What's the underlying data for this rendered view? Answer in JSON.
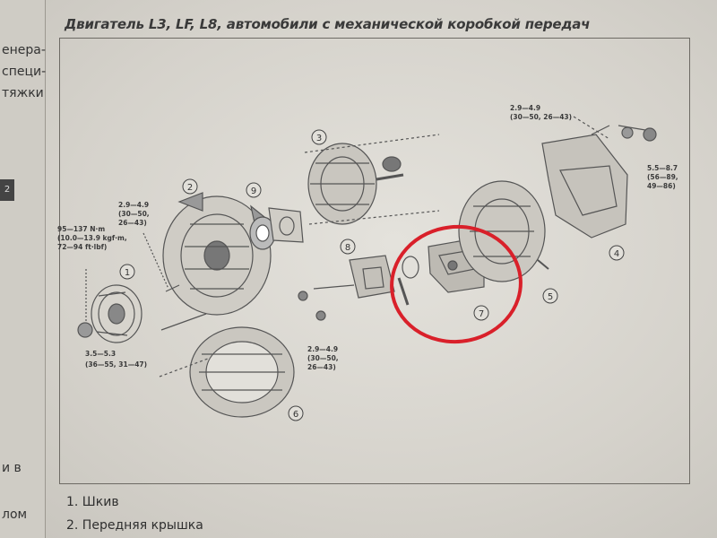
{
  "heading": "Двигатель L3, LF, L8, автомобили с механической коробкой передач",
  "left_fragments": [
    "енера-",
    "специ-",
    "тяжки",
    "2",
    "и в",
    "лом"
  ],
  "parts": [
    {
      "id": "1"
    },
    {
      "id": "2"
    },
    {
      "id": "3"
    },
    {
      "id": "4"
    },
    {
      "id": "5"
    },
    {
      "id": "6"
    },
    {
      "id": "7"
    },
    {
      "id": "8"
    },
    {
      "id": "9"
    }
  ],
  "torque_labels": [
    {
      "lines": [
        "2.9—4.9",
        "(30—50,",
        "26—43)"
      ]
    },
    {
      "lines": [
        "95—137 N·m",
        "(10.0—13.9 kgf·m,",
        "72—94 ft·lbf)"
      ]
    },
    {
      "lines": [
        "3.5—5.3",
        "(36—55, 31—47)"
      ]
    },
    {
      "lines": [
        "2.9—4.9",
        "(30—50,",
        "26—43)"
      ]
    },
    {
      "lines": [
        "2.9—4.9",
        "(30—50, 26—43)"
      ]
    },
    {
      "lines": [
        "5.5—8.7",
        "(56—89,",
        "49—86)"
      ]
    }
  ],
  "legend": [
    "1. Шкив",
    "2. Передняя крышка"
  ],
  "colors": {
    "highlight": "#d9202a",
    "ink": "#444444",
    "paper": "#e2e0da"
  }
}
